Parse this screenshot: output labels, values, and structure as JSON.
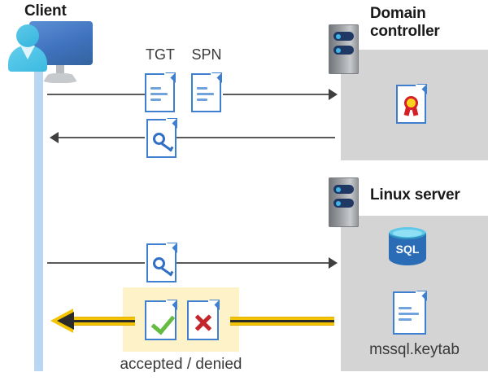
{
  "diagram": {
    "title_client": "Client",
    "title_domain_controller": "Domain\ncontroller",
    "title_domain_controller_line1": "Domain",
    "title_domain_controller_line2": "controller",
    "title_linux_server": "Linux server",
    "keytab_label": "mssql.keytab",
    "result_label": "accepted / denied",
    "doc_tag_tgt": "TGT",
    "doc_tag_spn": "SPN",
    "sql_label": "SQL",
    "icons": {
      "client_user": "user-computer-icon",
      "server_rack": "server-rack-icon",
      "certificate": "certificate-document-icon",
      "database": "sql-database-icon",
      "keytab_doc": "keytab-document-icon",
      "ticket_doc": "ticket-document-icon",
      "key_doc": "key-document-icon",
      "accepted_doc": "accepted-document-icon",
      "denied_doc": "denied-document-icon"
    },
    "colors": {
      "panel_gray": "#d4d4d4",
      "highlight_yellow": "#fdf2c8",
      "arrow_yellow": "#f5c400",
      "lifeline_blue": "#b9d6f2",
      "doc_blue": "#3f7fd0",
      "accept_green": "#66bb43",
      "deny_red": "#c3272b",
      "wire_gray": "#595959"
    }
  }
}
